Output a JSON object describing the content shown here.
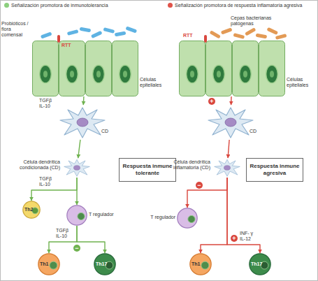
{
  "diagram": {
    "nodes": [
      {
        "text": [
          "Células epiteliales"
        ]
      },
      {
        "text": [
          "CD"
        ]
      },
      {
        "text": [
          "Célula dendrítica condicionada (CD)"
        ]
      },
      {
        "text": [
          "Respuesta inmune tolerante"
        ]
      },
      {
        "text": [
          "Th2"
        ]
      },
      {
        "text": [
          "T regulador"
        ]
      },
      {
        "text": [
          "Th1"
        ]
      },
      {
        "text": [
          "Th17"
        ]
      },
      {
        "text": [
          "Células epiteliales"
        ]
      },
      {
        "text": [
          "CD"
        ]
      },
      {
        "text": [
          "Célula dendrítica inflamatoria (CD)"
        ]
      },
      {
        "text": [
          "Respuesta inmune agresiva"
        ]
      },
      {
        "text": [
          "T regulador"
        ]
      },
      {
        "text": [
          "Th1"
        ]
      },
      {
        "text": [
          "Th17"
        ]
      }
    ],
    "edges": [
      {
        "from": 0,
        "to": 1,
        "label": "TGFβ IL-10",
        "arrow": "to"
      },
      {
        "from": 1,
        "to": 2,
        "arrow": "to"
      },
      {
        "from": 2,
        "to": 4,
        "label": "TGFβ IL-10",
        "arrow": "to"
      },
      {
        "from": 2,
        "to": 5,
        "arrow": "to"
      },
      {
        "from": 5,
        "to": 6,
        "label": "TGFβ IL-10",
        "arrow": "to"
      },
      {
        "from": 5,
        "to": 7,
        "arrow": "to"
      },
      {
        "from": 8,
        "to": 9,
        "arrow": "to"
      },
      {
        "from": 9,
        "to": 10,
        "arrow": "to"
      },
      {
        "from": 10,
        "to": 12,
        "arrow": "to"
      },
      {
        "from": 10,
        "to": 13,
        "arrow": "to"
      },
      {
        "from": 10,
        "to": 14,
        "label": "INF- γ IL-12",
        "arrow": "to"
      }
    ],
    "labels": [
      "Probióticos / flora comensal",
      "RTT",
      "−",
      "RTT",
      "Cepas bacterianas patógenas",
      "+",
      "−",
      "+"
    ],
    "legend": [
      {
        "text": "Señalización promotora de inmunotolerancia",
        "color": "#8ccf7e"
      },
      {
        "text": "Señalización promotora de respuesta inflamatoria agresiva",
        "color": "#e0534a"
      }
    ]
  }
}
